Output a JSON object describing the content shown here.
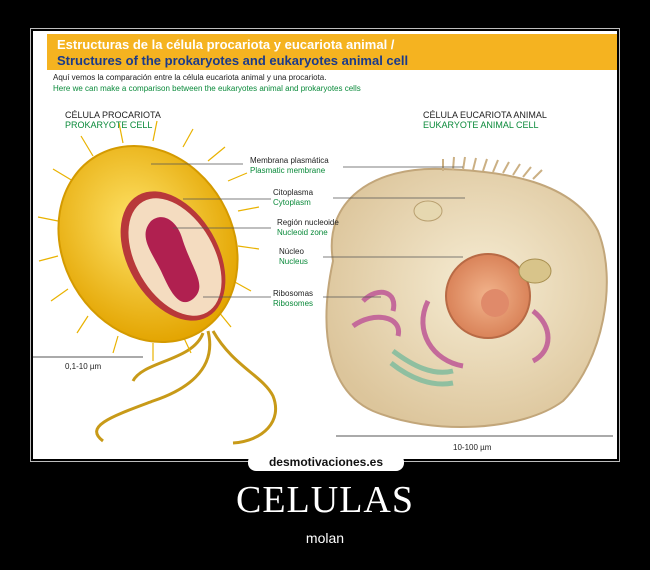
{
  "banner": {
    "title_es": "Estructuras de la célula procariota y eucariota animal /",
    "title_en": "Structures of the prokaryotes and eukaryotes animal cell"
  },
  "intro": {
    "es": "Aquí vemos la comparación entre la célula eucariota animal y una procariota.",
    "en": "Here we can make a comparison between the eukaryotes animal and prokaryotes cells"
  },
  "prokaryote": {
    "name_es": "CÉLULA PROCARIOTA",
    "name_en": "PROKARYOTE CELL",
    "scale": "0,1-10 µm"
  },
  "eukaryote": {
    "name_es": "CÉLULA EUCARIOTA ANIMAL",
    "name_en": "EUKARYOTE ANIMAL CELL",
    "scale": "10-100 µm"
  },
  "labels": [
    {
      "es": "Membrana plasmática",
      "en": "Plasmatic membrane"
    },
    {
      "es": "Citoplasma",
      "en": "Cytoplasm"
    },
    {
      "es": "Región nucleoide",
      "en": "Nucleoid zone"
    },
    {
      "es": "Núcleo",
      "en": "Nucleus"
    },
    {
      "es": "Ribosomas",
      "en": "Ribosomes"
    }
  ],
  "footer": {
    "site": "desmotivaciones.es",
    "title": "CELULAS",
    "subtitle": "molan"
  }
}
